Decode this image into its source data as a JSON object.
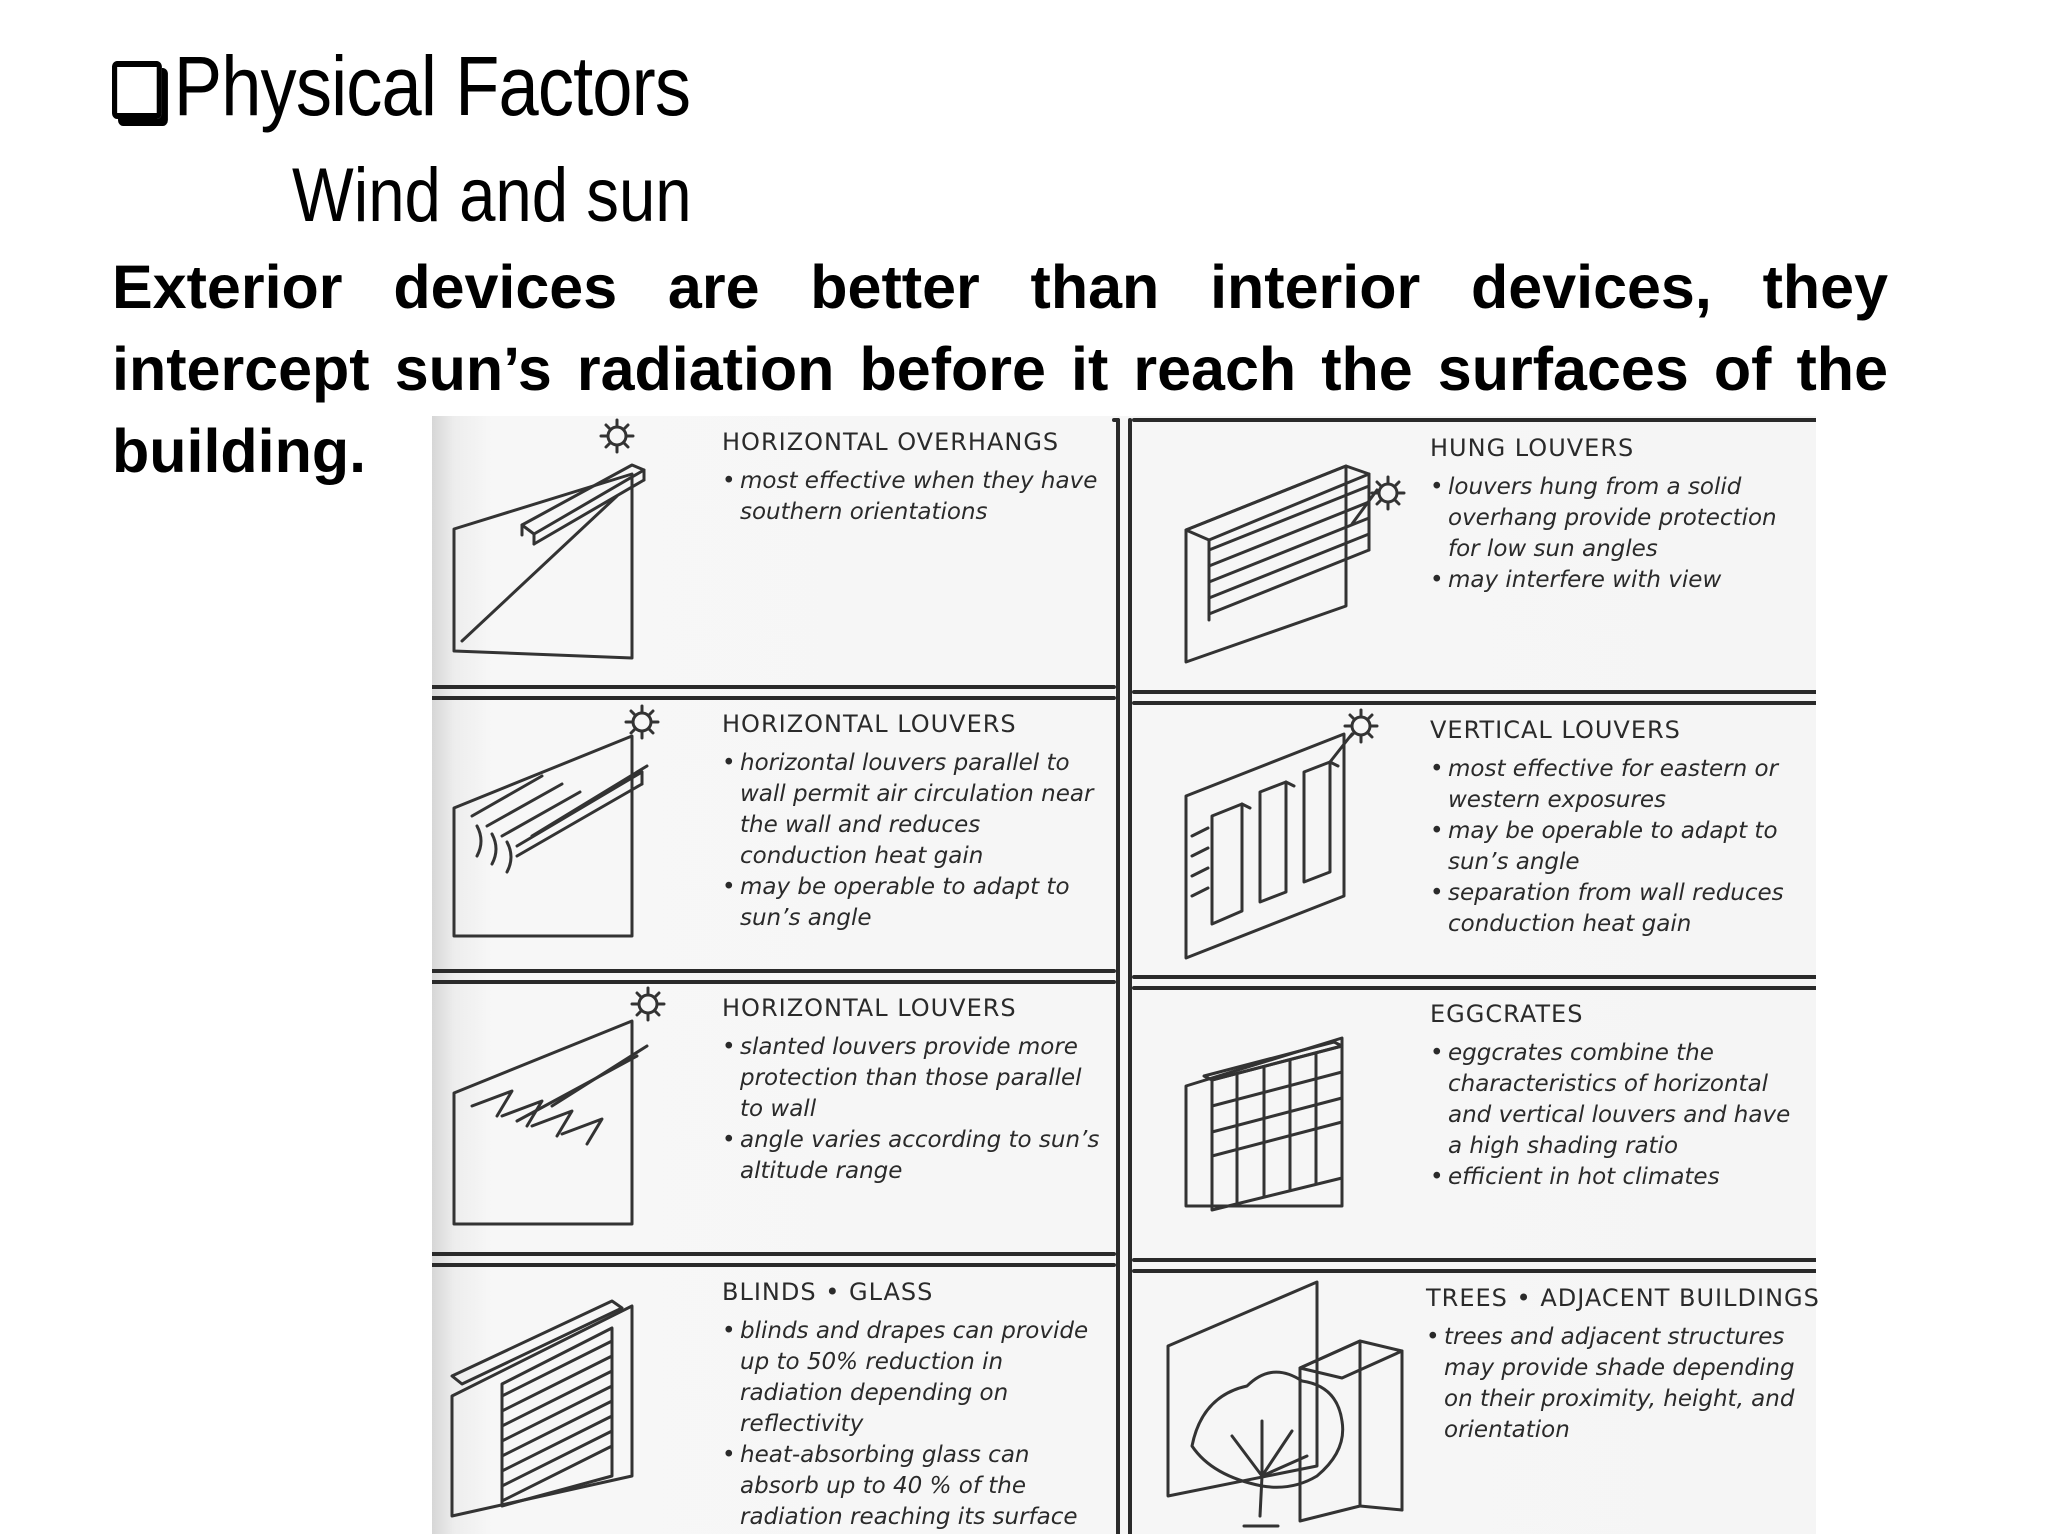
{
  "slide": {
    "heading": "Physical Factors",
    "subheading": "Wind and sun",
    "body": "Exterior devices are better than interior devices, they intercept sun’s radiation before it reach the surfaces of the building."
  },
  "icons": {
    "heading_bullet": "checkbox-bullet-icon",
    "sun": "sun-icon"
  },
  "colors": {
    "text": "#000000",
    "figure_bg": "#f5f5f5",
    "sketch_line": "#333333"
  },
  "panels": [
    {
      "title": "HORIZONTAL OVERHANGS",
      "bullets": [
        "most effective when they have southern orientations"
      ]
    },
    {
      "title": "HUNG LOUVERS",
      "bullets": [
        "louvers hung from a solid overhang provide protection for low sun angles",
        "may interfere with view"
      ]
    },
    {
      "title": "HORIZONTAL LOUVERS",
      "bullets": [
        "horizontal louvers parallel to wall permit air circulation near the wall and reduces conduction heat gain",
        "may be operable to adapt to sun’s angle"
      ]
    },
    {
      "title": "VERTICAL LOUVERS",
      "bullets": [
        "most effective for eastern or western exposures",
        "may be operable to adapt to sun’s angle",
        "separation from wall reduces conduction heat gain"
      ]
    },
    {
      "title": "HORIZONTAL LOUVERS",
      "bullets": [
        "slanted louvers provide more protection than those parallel to wall",
        "angle varies according to sun’s altitude range"
      ]
    },
    {
      "title": "EGGCRATES",
      "bullets": [
        "eggcrates combine the characteristics of horizontal and vertical louvers and have a high shading ratio",
        "efficient in hot climates"
      ]
    },
    {
      "title": "BLINDS • GLASS",
      "bullets": [
        "blinds and drapes can provide up to 50% reduction in radiation depending on reflectivity",
        "heat-absorbing glass can absorb up to 40 % of the radiation reaching its surface"
      ]
    },
    {
      "title": "TREES • ADJACENT BUILDINGS",
      "bullets": [
        "trees and adjacent structures may provide shade depending on their proximity, height, and orientation"
      ]
    }
  ]
}
